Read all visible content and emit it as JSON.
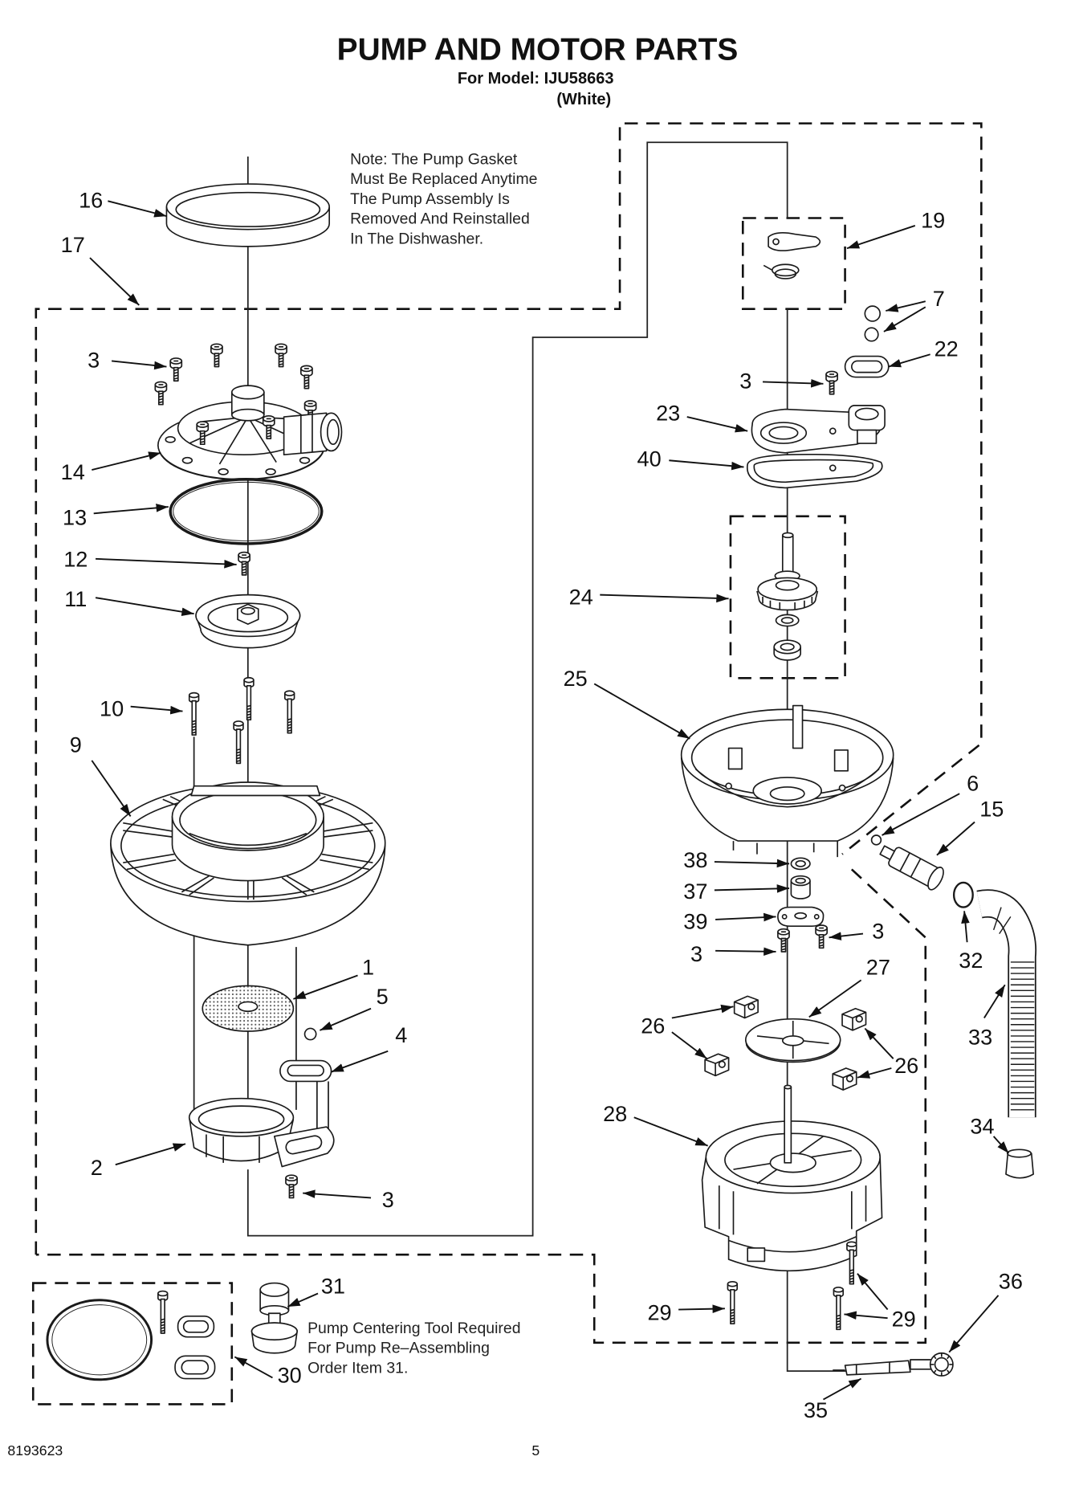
{
  "header": {
    "title": "PUMP AND MOTOR PARTS",
    "model": "For Model: IJU58663",
    "color": "(White)"
  },
  "note": {
    "lines": [
      "Note: The Pump Gasket",
      "Must Be Replaced Anytime",
      "The Pump Assembly Is",
      "Removed And Reinstalled",
      "In The Dishwasher."
    ]
  },
  "tool_note": {
    "lines": [
      "Pump Centering Tool Required",
      "For Pump Re–Assembling",
      "Order Item 31."
    ]
  },
  "callouts": [
    "16",
    "17",
    "3",
    "14",
    "13",
    "12",
    "11",
    "10",
    "9",
    "1",
    "5",
    "4",
    "2",
    "3",
    "31",
    "30",
    "19",
    "7",
    "22",
    "3",
    "23",
    "40",
    "24",
    "25",
    "6",
    "15",
    "38",
    "37",
    "39",
    "3",
    "3",
    "27",
    "26",
    "26",
    "28",
    "32",
    "33",
    "34",
    "29",
    "29",
    "36",
    "35"
  ],
  "footer": {
    "doc_number": "8193623",
    "page": "5"
  }
}
